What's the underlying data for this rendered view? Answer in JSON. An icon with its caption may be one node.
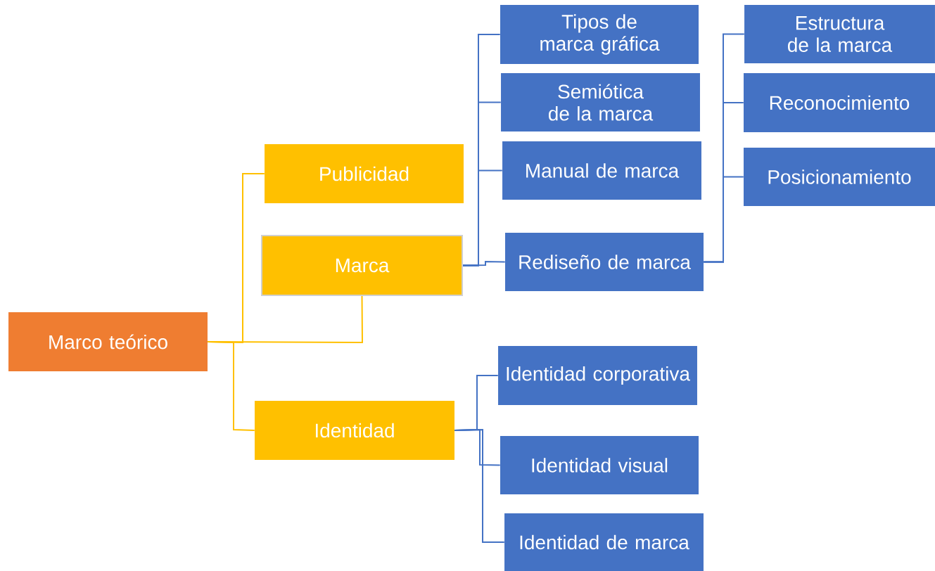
{
  "diagram": {
    "nodes": [
      {
        "text": [
          "Marco teórico"
        ]
      },
      {
        "text": [
          "Publicidad"
        ]
      },
      {
        "text": [
          "Marca"
        ]
      },
      {
        "text": [
          "Identidad"
        ]
      },
      {
        "text": [
          "Tipos de marca gráfica"
        ]
      },
      {
        "text": [
          "Semiótica de la marca"
        ]
      },
      {
        "text": [
          "Manual de marca"
        ]
      },
      {
        "text": [
          "Rediseño de marca"
        ]
      },
      {
        "text": [
          "Estructura de la marca"
        ]
      },
      {
        "text": [
          "Reconocimiento"
        ]
      },
      {
        "text": [
          "Posicionamiento"
        ]
      },
      {
        "text": [
          "Identidad corporativa"
        ]
      },
      {
        "text": [
          "Identidad visual"
        ]
      },
      {
        "text": [
          "Identidad de marca"
        ]
      }
    ],
    "edges": [
      {
        "from": 0,
        "to": 1,
        "arrow": "none",
        "color": "#ffc000"
      },
      {
        "from": 0,
        "to": 2,
        "arrow": "none",
        "color": "#ffc000"
      },
      {
        "from": 0,
        "to": 3,
        "arrow": "none",
        "color": "#ffc000"
      },
      {
        "from": 2,
        "to": 4,
        "arrow": "none"
      },
      {
        "from": 2,
        "to": 5,
        "arrow": "none"
      },
      {
        "from": 2,
        "to": 6,
        "arrow": "none"
      },
      {
        "from": 2,
        "to": 7,
        "arrow": "none"
      },
      {
        "from": 7,
        "to": 8,
        "arrow": "none"
      },
      {
        "from": 7,
        "to": 9,
        "arrow": "none"
      },
      {
        "from": 7,
        "to": 10,
        "arrow": "none"
      },
      {
        "from": 3,
        "to": 11,
        "arrow": "none"
      },
      {
        "from": 3,
        "to": 12,
        "arrow": "none"
      },
      {
        "from": 3,
        "to": 13,
        "arrow": "none"
      }
    ]
  }
}
